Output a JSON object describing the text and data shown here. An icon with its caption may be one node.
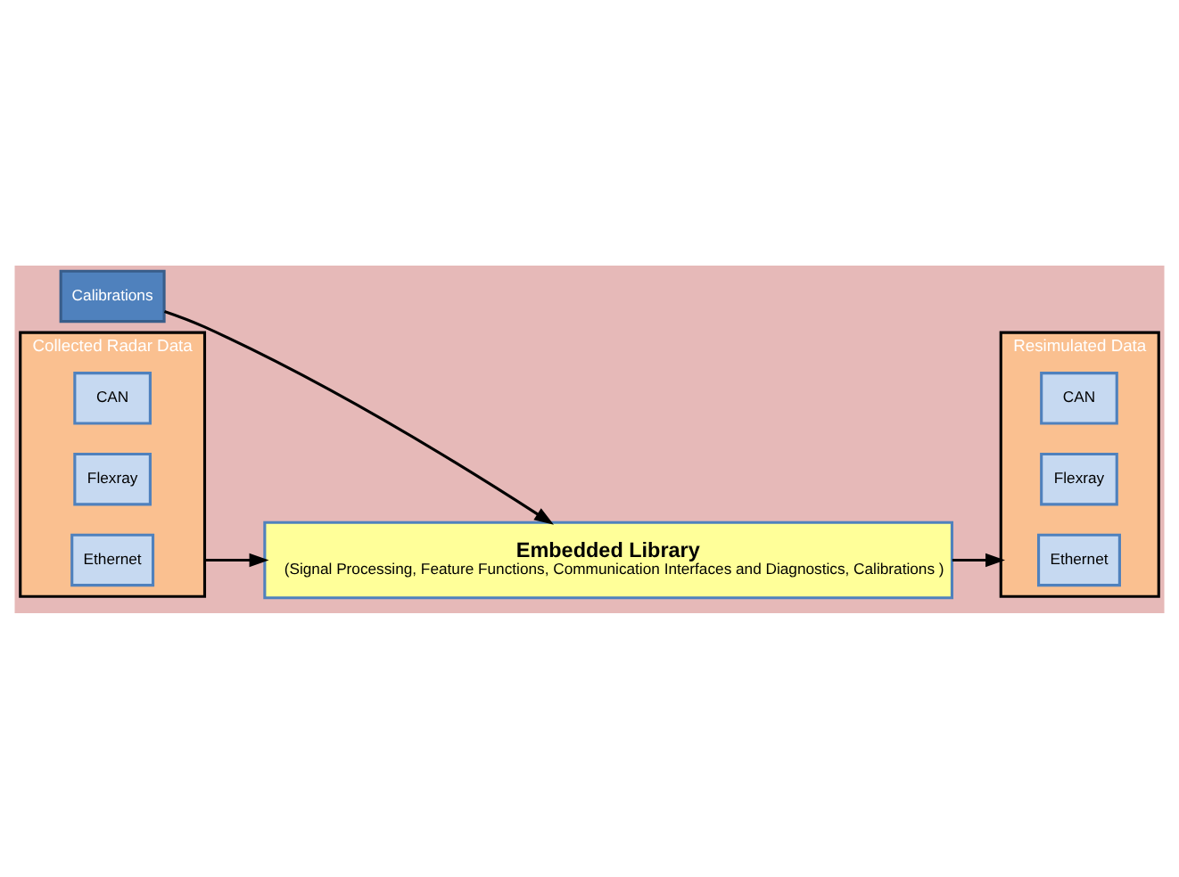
{
  "diagram": {
    "nodes": [
      {
        "text": [
          "Calibrations"
        ]
      },
      {
        "text": [
          "Collected Radar Data"
        ]
      },
      {
        "text": [
          "CAN"
        ],
        "in": 1
      },
      {
        "text": [
          "Flexray"
        ],
        "in": 1
      },
      {
        "text": [
          "Ethernet"
        ],
        "in": 1
      },
      {
        "text": [
          "Embedded Library",
          "(Signal Processing, Feature Functions, Communication Interfaces and Diagnostics, Calibrations )"
        ]
      },
      {
        "text": [
          "Resimulated Data"
        ]
      },
      {
        "text": [
          "CAN"
        ],
        "in": 6
      },
      {
        "text": [
          "Flexray"
        ],
        "in": 6
      },
      {
        "text": [
          "Ethernet"
        ],
        "in": 6
      }
    ],
    "edges": [
      {
        "from": 0,
        "to": 5,
        "arrow": "to"
      },
      {
        "from": 1,
        "to": 5,
        "arrow": "to"
      },
      {
        "from": 5,
        "to": 6,
        "arrow": "to"
      }
    ]
  }
}
